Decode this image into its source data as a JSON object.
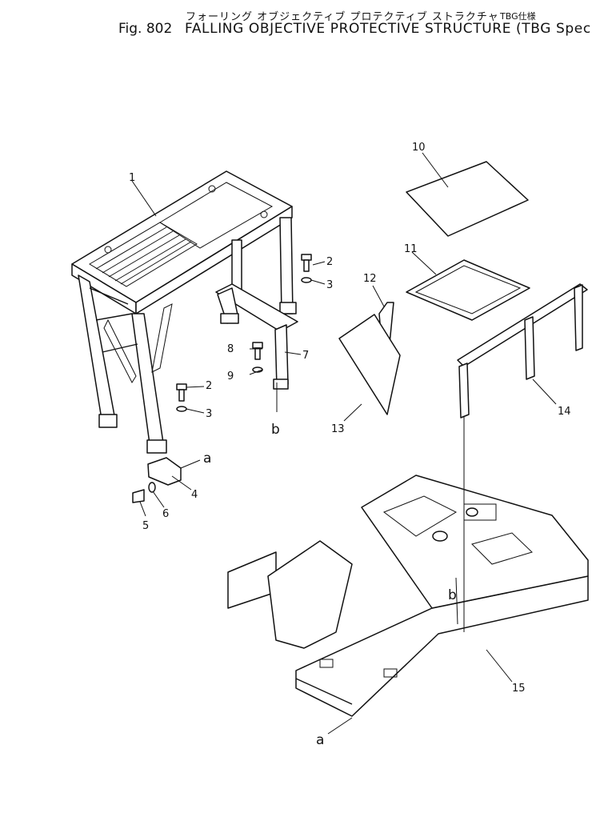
{
  "header": {
    "jp_title": "フォーリング オブジェクティブ プロテクティブ ストラクチャ",
    "jp_spec": "TBG仕様",
    "fig_number": "Fig. 802",
    "title": "FALLING OBJECTIVE PROTECTIVE STRUCTURE (TBG Spec.)"
  },
  "callouts": {
    "c1": "1",
    "c2a": "2",
    "c3a": "3",
    "c2b": "2",
    "c3b": "3",
    "c4": "4",
    "c5": "5",
    "c6": "6",
    "c7": "7",
    "c8": "8",
    "c9": "9",
    "c10": "10",
    "c11": "11",
    "c12": "12",
    "c13": "13",
    "c14": "14",
    "c15": "15"
  },
  "refs": {
    "a_top": "a",
    "a_bottom": "a",
    "b_left": "b",
    "b_right": "b"
  }
}
